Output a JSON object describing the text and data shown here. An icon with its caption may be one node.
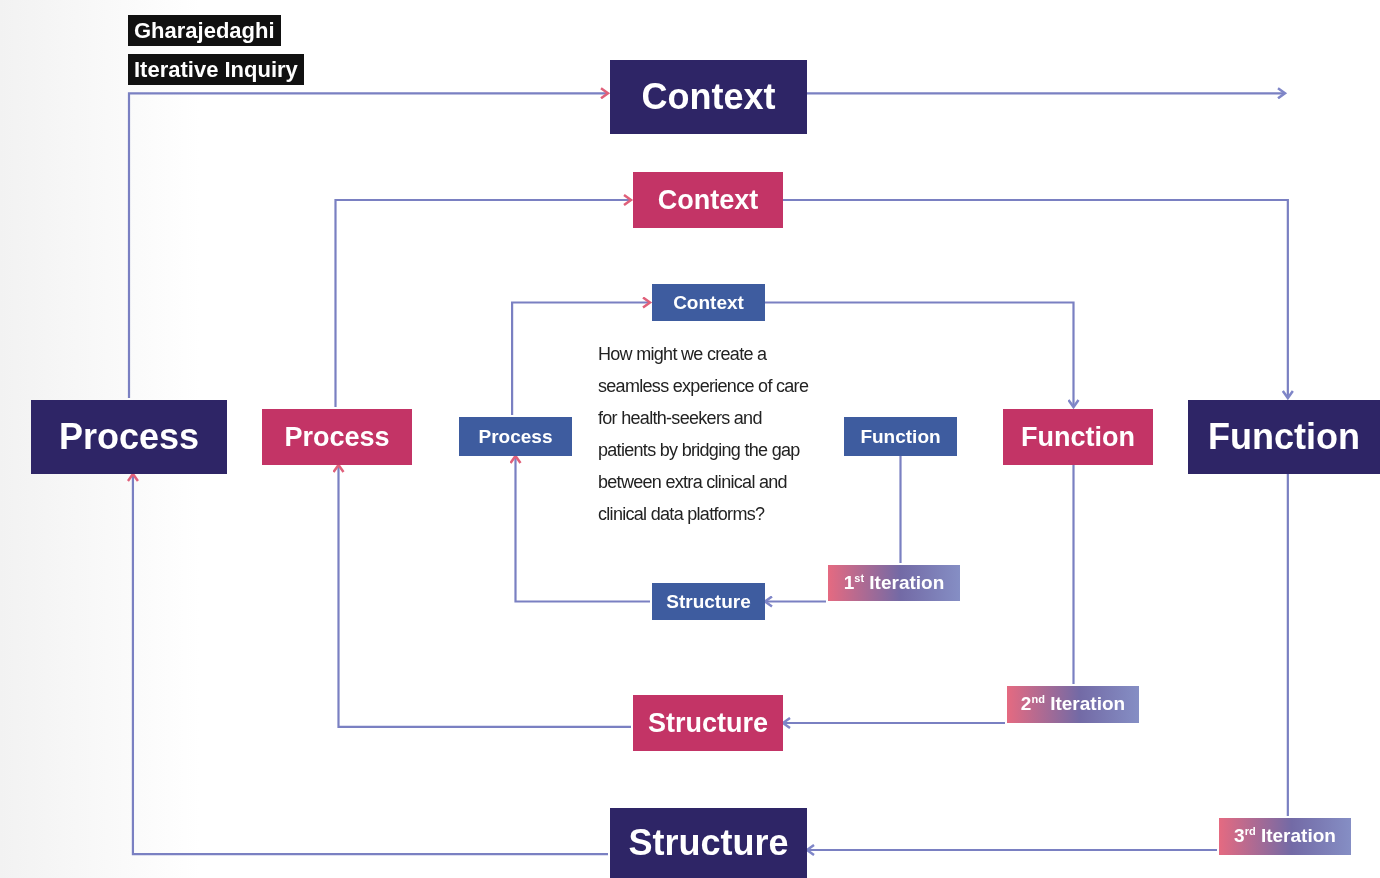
{
  "diagram": {
    "title": "Gharajedaghi Iterative Inquiry",
    "nodes": [
      {
        "text": [
          "Context"
        ]
      },
      {
        "text": [
          "Context"
        ]
      },
      {
        "text": [
          "Context"
        ]
      },
      {
        "text": [
          "Process"
        ]
      },
      {
        "text": [
          "Process"
        ]
      },
      {
        "text": [
          "Process"
        ]
      },
      {
        "text": [
          "Function"
        ]
      },
      {
        "text": [
          "Function"
        ]
      },
      {
        "text": [
          "Function"
        ]
      },
      {
        "text": [
          "Structure"
        ]
      },
      {
        "text": [
          "Structure"
        ]
      },
      {
        "text": [
          "Structure"
        ]
      },
      {
        "text": [
          "1$^{st}$ Iteration"
        ]
      },
      {
        "text": [
          "2$^{nd}$ Iteration"
        ]
      },
      {
        "text": [
          "3$^{rd}$ Iteration"
        ]
      }
    ],
    "edges": [
      {
        "from": 3,
        "to": 0,
        "arrow": "to"
      },
      {
        "from": 0,
        "to": null,
        "arrow": "to"
      },
      {
        "from": 4,
        "to": 1,
        "arrow": "to"
      },
      {
        "from": 1,
        "to": 8,
        "arrow": "to"
      },
      {
        "from": 5,
        "to": 2,
        "arrow": "to"
      },
      {
        "from": 2,
        "to": 7,
        "arrow": "to"
      },
      {
        "from": 6,
        "to": 12,
        "arrow": "none"
      },
      {
        "from": 12,
        "to": 9,
        "arrow": "to"
      },
      {
        "from": 9,
        "to": 5,
        "arrow": "to"
      },
      {
        "from": 7,
        "to": 13,
        "arrow": "none"
      },
      {
        "from": 13,
        "to": 10,
        "arrow": "to"
      },
      {
        "from": 10,
        "to": 4,
        "arrow": "to"
      },
      {
        "from": 8,
        "to": 14,
        "arrow": "none"
      },
      {
        "from": 14,
        "to": 11,
        "arrow": "to"
      },
      {
        "from": 11,
        "to": 3,
        "arrow": "to"
      }
    ],
    "labels": [
      "How might we create a seamless experience of care for health-seekers and patients by bridging the gap between extra clinical and clinical data platforms?"
    ]
  }
}
